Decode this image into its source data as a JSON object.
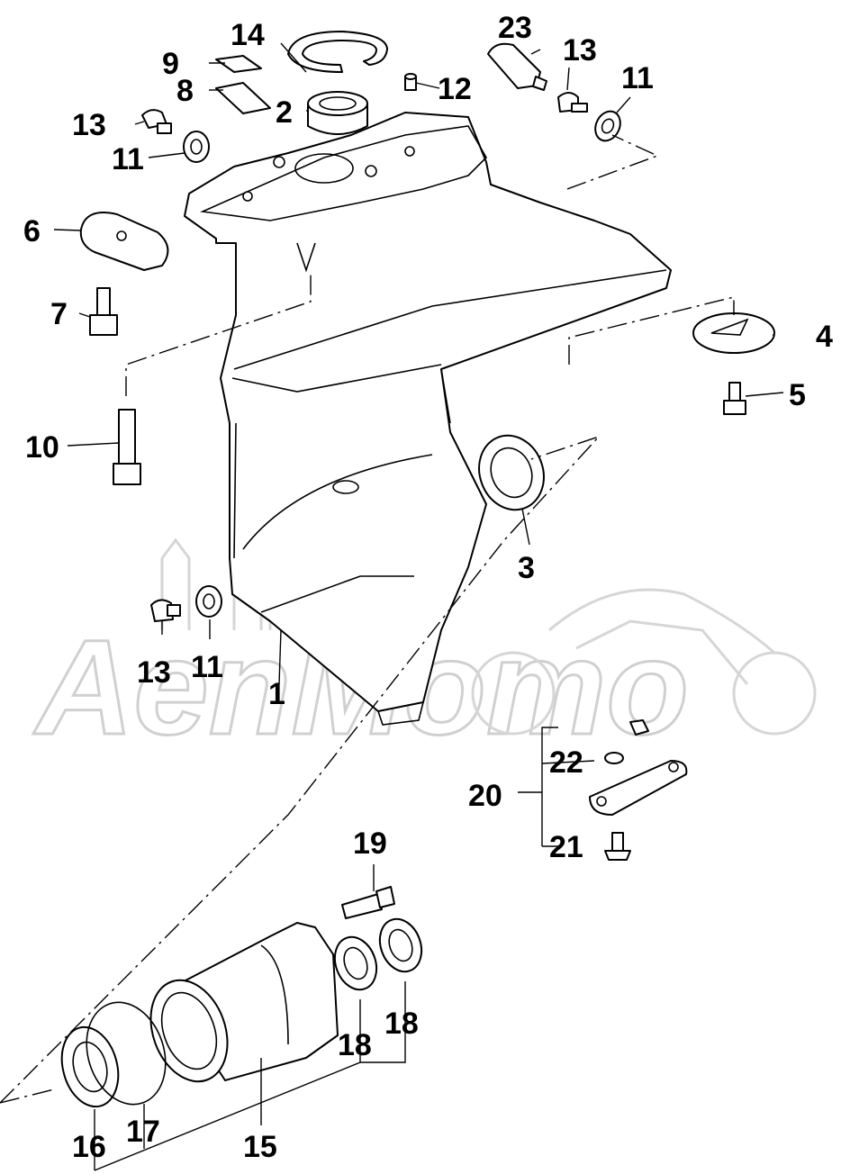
{
  "watermark": "AenMomo",
  "labels": {
    "p1": "1",
    "p2": "2",
    "p3": "3",
    "p4": "4",
    "p5": "5",
    "p6": "6",
    "p7": "7",
    "p8": "8",
    "p9": "9",
    "p10": "10",
    "p11a": "11",
    "p11b": "11",
    "p11c": "11",
    "p12": "12",
    "p13a": "13",
    "p13b": "13",
    "p13c": "13",
    "p14": "14",
    "p15": "15",
    "p16": "16",
    "p17": "17",
    "p18a": "18",
    "p18b": "18",
    "p19": "19",
    "p20": "20",
    "p21": "21",
    "p22": "22",
    "p23": "23"
  }
}
